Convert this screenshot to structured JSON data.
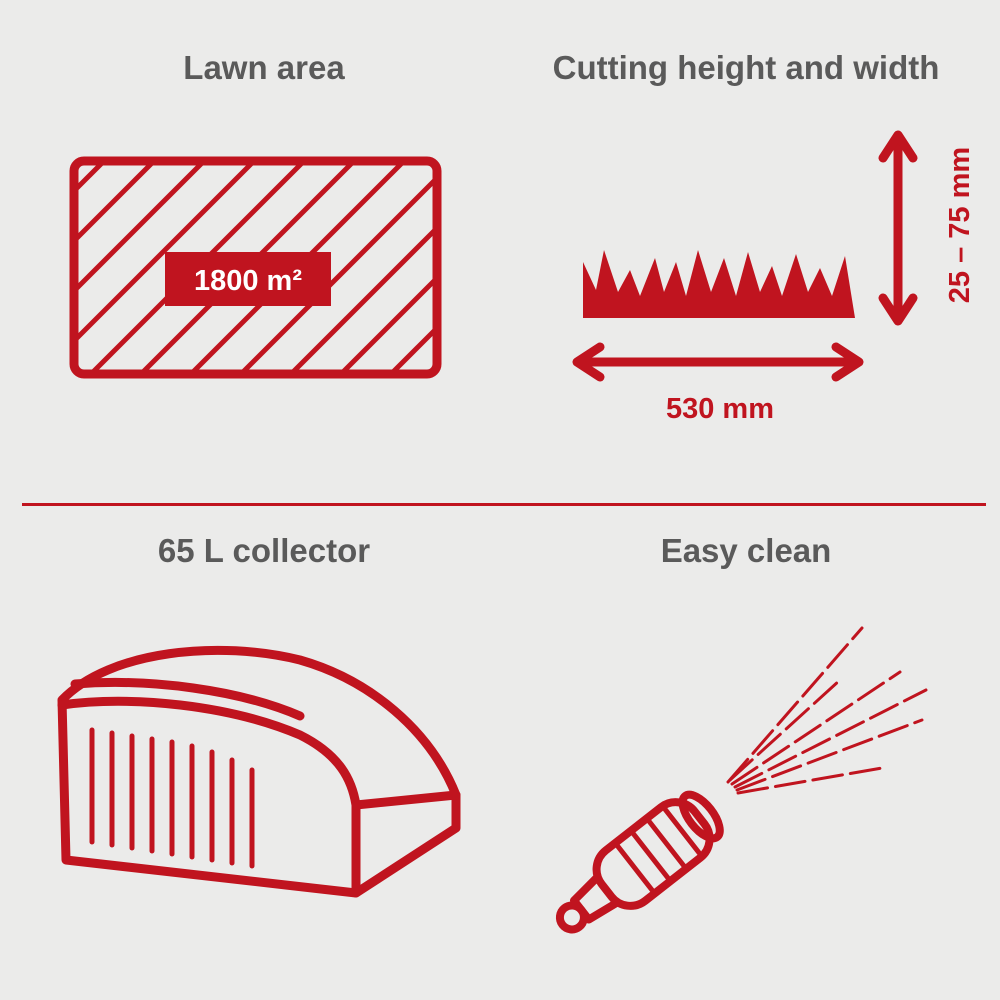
{
  "sections": {
    "lawn_area": {
      "title": "Lawn area",
      "value": "1800 m²"
    },
    "cutting": {
      "title": "Cutting height and width",
      "height_value": "25 – 75 mm",
      "width_value": "530 mm"
    },
    "collector": {
      "title": "65 L collector"
    },
    "easy_clean": {
      "title": "Easy clean"
    }
  },
  "colors": {
    "accent": "#c0141f",
    "heading": "#5a5a5a",
    "background": "#ebebea"
  }
}
